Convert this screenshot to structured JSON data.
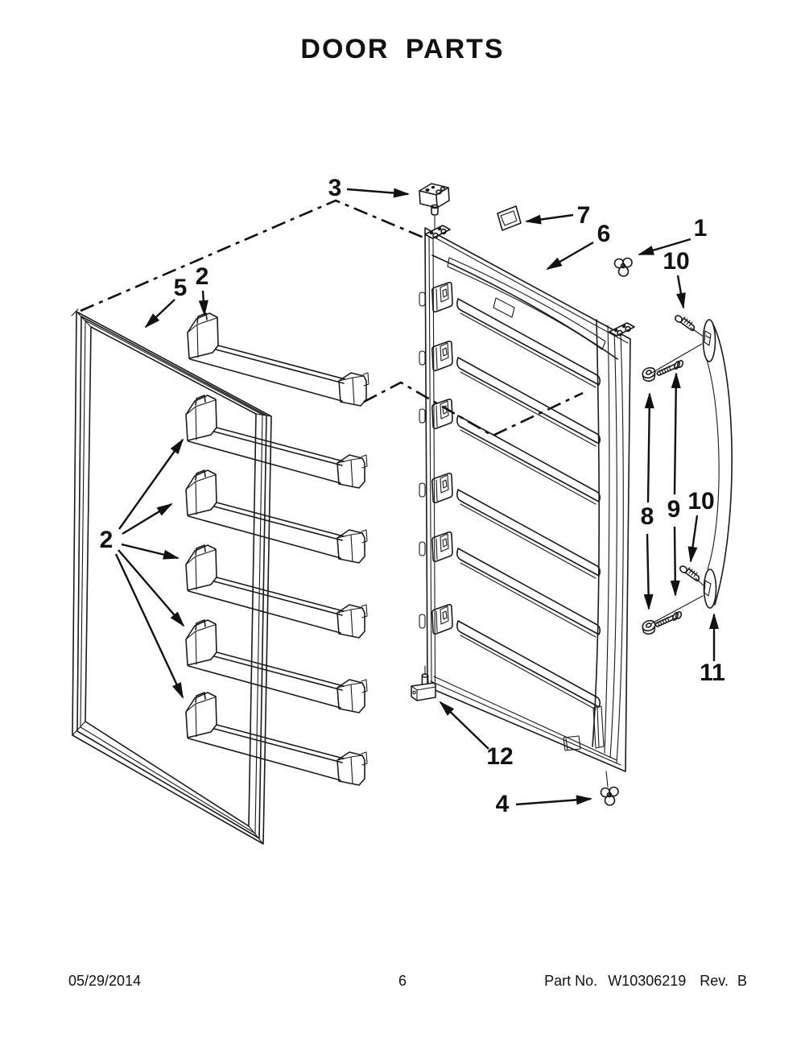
{
  "page": {
    "title": "DOOR PARTS"
  },
  "footer": {
    "date": "05/29/2014",
    "page_number": "6",
    "part_no_label": "Part No.",
    "part_number": "W10306219",
    "rev_label": "Rev.",
    "revision": "B"
  },
  "callouts": [
    {
      "label": "3"
    },
    {
      "label": "7"
    },
    {
      "label": "6"
    },
    {
      "label": "1"
    },
    {
      "label": "10"
    },
    {
      "label": "5"
    },
    {
      "label": "2"
    },
    {
      "label": "2"
    },
    {
      "label": "8"
    },
    {
      "label": "9"
    },
    {
      "label": "10"
    },
    {
      "label": "11"
    },
    {
      "label": "12"
    },
    {
      "label": "4"
    }
  ]
}
